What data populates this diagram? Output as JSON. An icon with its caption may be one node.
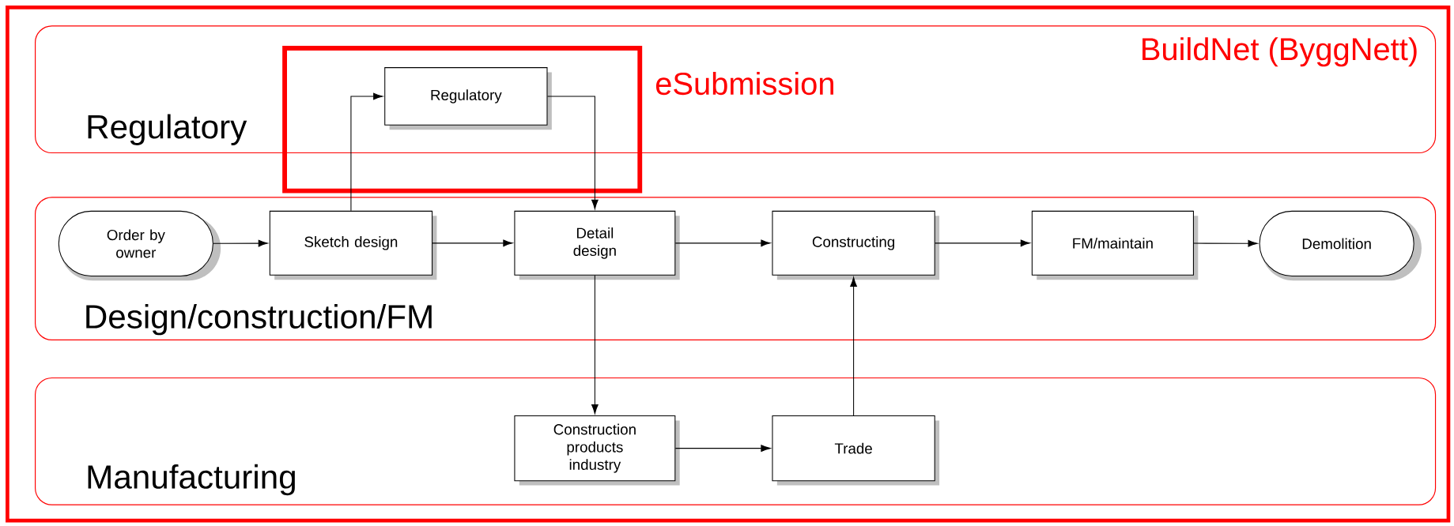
{
  "diagram": {
    "nodes": [
      {
        "text": [
          "Regulatory"
        ]
      },
      {
        "text": [
          "Design/construction/FM"
        ]
      },
      {
        "text": [
          "Manufacturing"
        ]
      },
      {
        "text": [
          "Regulatory"
        ],
        "in": 0
      },
      {
        "text": [
          "Order by owner"
        ],
        "in": 1
      },
      {
        "text": [
          "Sketch design"
        ],
        "in": 1
      },
      {
        "text": [
          "Detail design"
        ],
        "in": 1
      },
      {
        "text": [
          "Constructing"
        ],
        "in": 1
      },
      {
        "text": [
          "FM/maintain"
        ],
        "in": 1
      },
      {
        "text": [
          "Demolition"
        ],
        "in": 1
      },
      {
        "text": [
          "Construction products industry"
        ],
        "in": 2
      },
      {
        "text": [
          "Trade"
        ],
        "in": 2
      }
    ],
    "edges": [
      {
        "from": 4,
        "to": 5,
        "arrow": "to"
      },
      {
        "from": 5,
        "to": 6,
        "arrow": "to"
      },
      {
        "from": 6,
        "to": 7,
        "arrow": "to"
      },
      {
        "from": 7,
        "to": 8,
        "arrow": "to"
      },
      {
        "from": 8,
        "to": 9,
        "arrow": "to"
      },
      {
        "from": 5,
        "to": 3,
        "arrow": "to"
      },
      {
        "from": 3,
        "to": 6,
        "arrow": "to"
      },
      {
        "from": 6,
        "to": 10,
        "arrow": "to"
      },
      {
        "from": 10,
        "to": 11,
        "arrow": "to"
      },
      {
        "from": 11,
        "to": 7,
        "arrow": "to"
      }
    ],
    "labels": [
      "BuildNet (ByggNett)",
      "eSubmission"
    ]
  }
}
